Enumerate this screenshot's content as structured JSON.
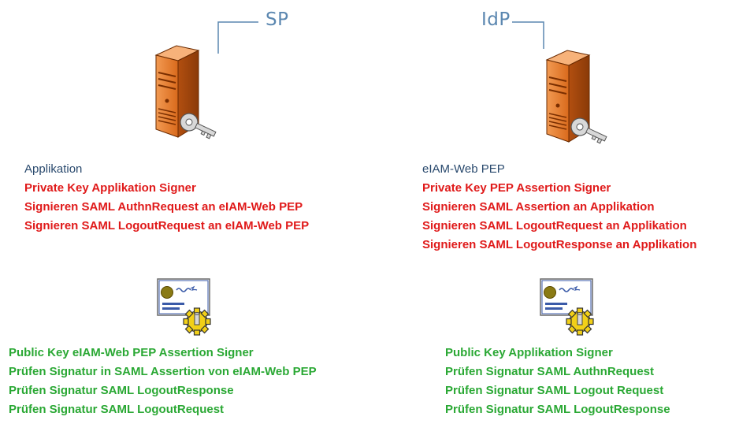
{
  "sp": {
    "role_label": "SP",
    "title": "Applikation",
    "private_lines": [
      "Private Key Applikation Signer",
      "Signieren SAML AuthnRequest an eIAM-Web PEP",
      "Signieren SAML LogoutRequest an eIAM-Web PEP"
    ],
    "public_lines": [
      "Public Key eIAM-Web PEP Assertion Signer",
      "Prüfen Signatur in SAML Assertion von eIAM-Web PEP",
      "Prüfen Signatur SAML LogoutResponse",
      "Prüfen Signatur SAML LogoutRequest"
    ]
  },
  "idp": {
    "role_label": "IdP",
    "title": "eIAM-Web PEP",
    "private_lines": [
      "Private Key PEP Assertion Signer",
      "Signieren SAML Assertion an Applikation",
      "Signieren SAML LogoutRequest an Applikation",
      "Signieren SAML LogoutResponse an Applikation"
    ],
    "public_lines": [
      "Public Key Applikation Signer",
      "Prüfen Signatur SAML AuthnRequest",
      "Prüfen Signatur SAML Logout Request",
      "Prüfen Signatur SAML LogoutResponse"
    ]
  },
  "icons": {
    "server": "server-with-key-icon",
    "certificate": "certificate-with-gear-icon"
  },
  "colors": {
    "role_label": "#5b87b0",
    "title": "#2a4a6e",
    "private": "#e01a1a",
    "public": "#2aa834",
    "server_body": "#e0782a"
  }
}
